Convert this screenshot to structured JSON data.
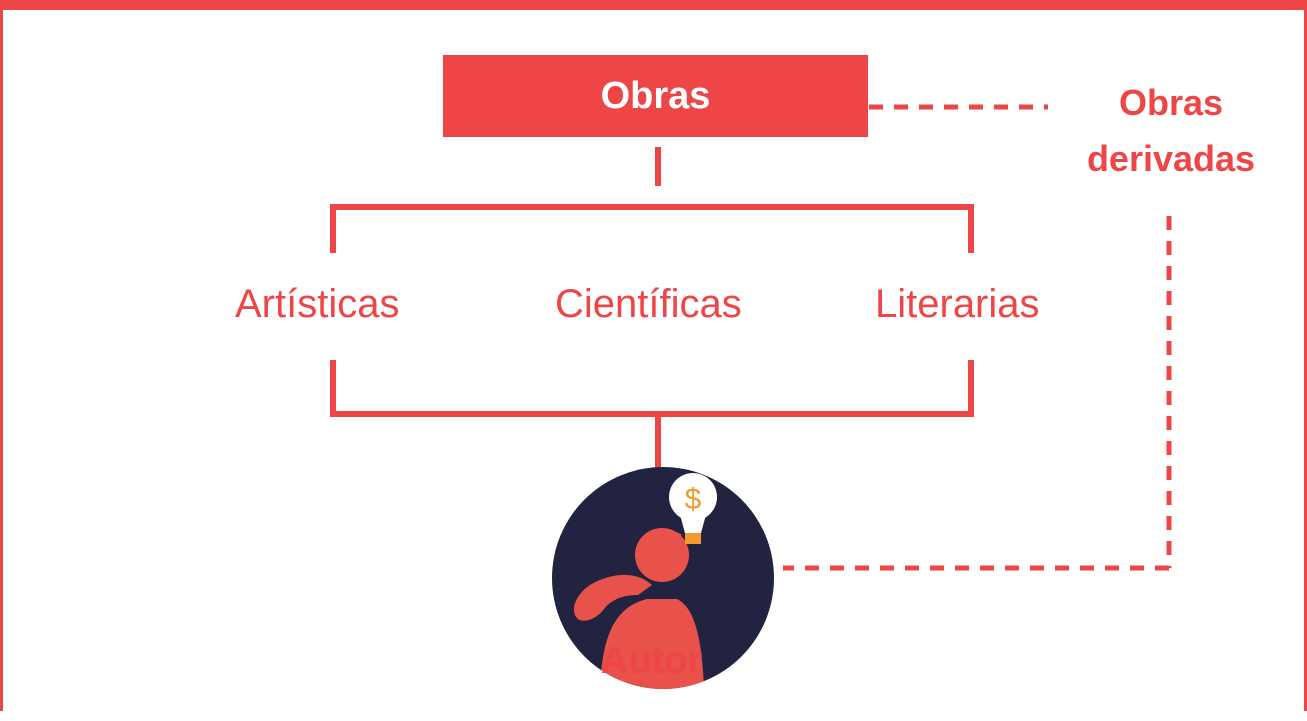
{
  "diagram": {
    "root_label": "Obras",
    "derived_label": "Obras derivadas",
    "categories": [
      "Artísticas",
      "Científicas",
      "Literarias"
    ],
    "author_label": "Autor"
  },
  "colors": {
    "accent": "#ee4546",
    "circle": "#222340",
    "bulb_symbol": "#f39a2b"
  },
  "icons": {
    "author": "person-thinking-icon",
    "idea": "lightbulb-dollar-icon"
  }
}
